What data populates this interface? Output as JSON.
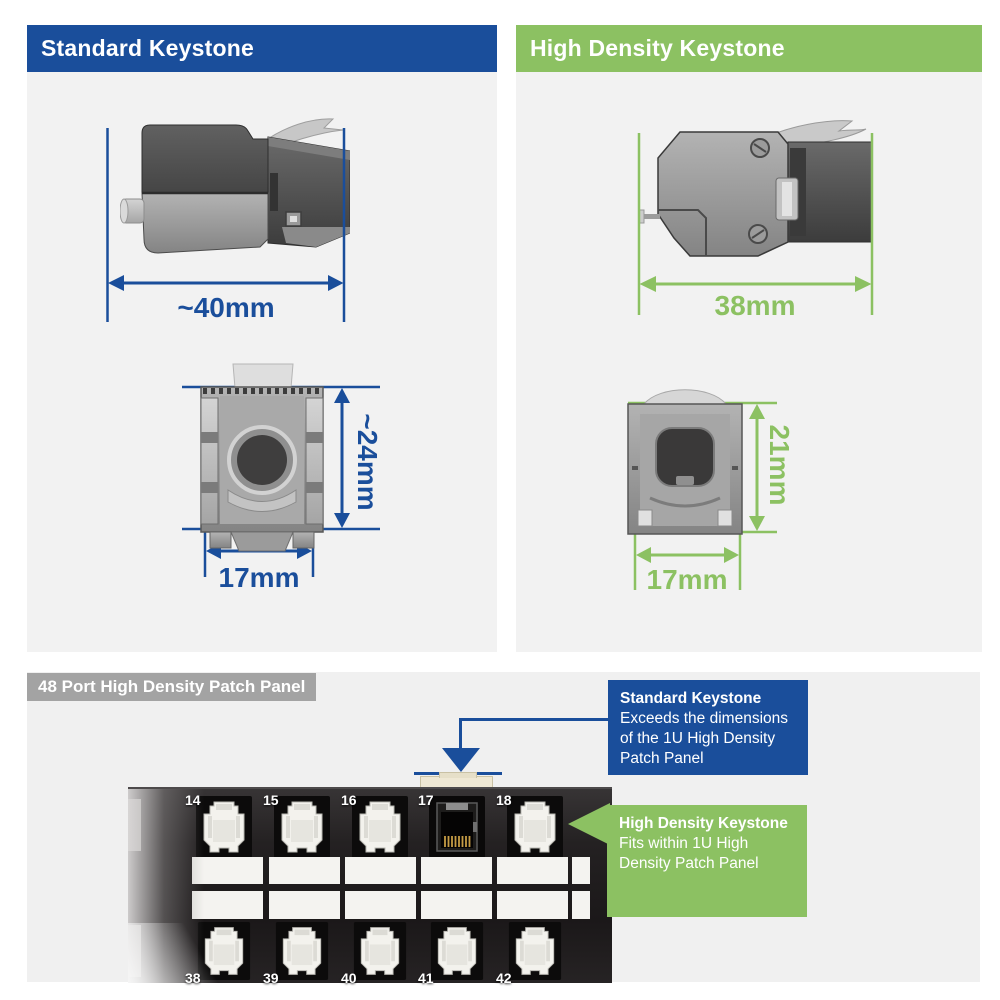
{
  "colors": {
    "blue": "#1a4e9b",
    "green": "#8cc162",
    "label_gray": "#a3a3a3",
    "panel_bg": "#f2f2f2"
  },
  "standard": {
    "header": "Standard Keystone",
    "side_width_label": "~40mm",
    "front_height_label": "~24mm",
    "front_width_label": "17mm"
  },
  "high_density": {
    "header": "High Density Keystone",
    "side_width_label": "38mm",
    "front_height_label": "21mm",
    "front_width_label": "17mm"
  },
  "panel": {
    "label": "48 Port High Density Patch Panel",
    "top_ports": [
      "14",
      "15",
      "16",
      "17",
      "18"
    ],
    "bottom_ports": [
      "38",
      "39",
      "40",
      "41",
      "42"
    ],
    "callout_standard": {
      "title": "Standard Keystone",
      "body": "Exceeds the dimensions of the 1U High Density Patch Panel"
    },
    "callout_high_density": {
      "title": "High Density Keystone",
      "body": "Fits within 1U High Density Patch Panel"
    }
  }
}
